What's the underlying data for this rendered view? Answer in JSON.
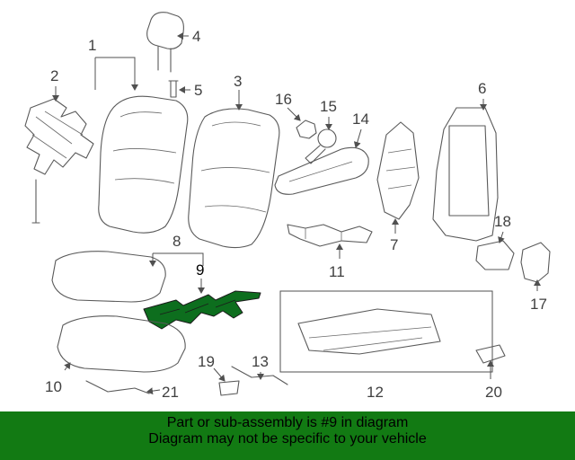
{
  "callouts": [
    {
      "id": "1",
      "label": "1"
    },
    {
      "id": "2",
      "label": "2"
    },
    {
      "id": "3",
      "label": "3"
    },
    {
      "id": "4",
      "label": "4"
    },
    {
      "id": "5",
      "label": "5"
    },
    {
      "id": "6",
      "label": "6"
    },
    {
      "id": "7",
      "label": "7"
    },
    {
      "id": "8",
      "label": "8"
    },
    {
      "id": "9",
      "label": "9"
    },
    {
      "id": "10",
      "label": "10"
    },
    {
      "id": "11",
      "label": "11"
    },
    {
      "id": "12",
      "label": "12"
    },
    {
      "id": "13",
      "label": "13"
    },
    {
      "id": "14",
      "label": "14"
    },
    {
      "id": "15",
      "label": "15"
    },
    {
      "id": "16",
      "label": "16"
    },
    {
      "id": "17",
      "label": "17"
    },
    {
      "id": "18",
      "label": "18"
    },
    {
      "id": "19",
      "label": "19"
    },
    {
      "id": "20",
      "label": "20"
    },
    {
      "id": "21",
      "label": "21"
    }
  ],
  "highlighted_part": "9",
  "colors": {
    "highlight": "#0d6e1e",
    "banner": "#127a13"
  },
  "banner": {
    "line1": "Part or sub-assembly is #9 in diagram",
    "line2": "Diagram may not be specific to your vehicle"
  }
}
